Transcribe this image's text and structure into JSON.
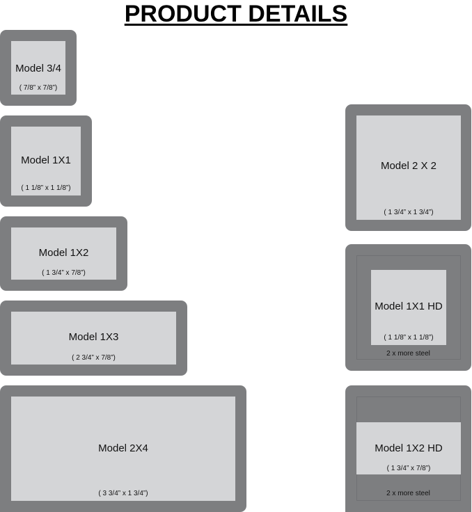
{
  "page": {
    "title": "PRODUCT DETAILS"
  },
  "products": {
    "m34": {
      "name": "Model 3/4",
      "dims": "( 7/8” x 7/8”)"
    },
    "m1x1": {
      "name": "Model 1X1",
      "dims": "( 1 1/8” x 1 1/8”)"
    },
    "m1x2": {
      "name": "Model 1X2",
      "dims": "( 1 3/4” x 7/8”)"
    },
    "m1x3": {
      "name": "Model 1X3",
      "dims": "( 2 3/4” x 7/8”)"
    },
    "m2x4": {
      "name": "Model 2X4",
      "dims": "( 3 3/4” x 1 3/4”)"
    },
    "m2x2": {
      "name": "Model 2 X 2",
      "dims": "( 1 3/4” x 1 3/4”)"
    },
    "m1x1hd": {
      "name": "Model 1X1 HD",
      "dims": "( 1 1/8” x 1 1/8”)",
      "note": "2 x more steel"
    },
    "m1x2hd": {
      "name": "Model 1X2 HD",
      "dims": "( 1 3/4” x 7/8”)",
      "note": "2 x more steel"
    }
  },
  "colors": {
    "frame": "#7d7e80",
    "insert": "#d4d5d7",
    "outline": "#707174"
  }
}
